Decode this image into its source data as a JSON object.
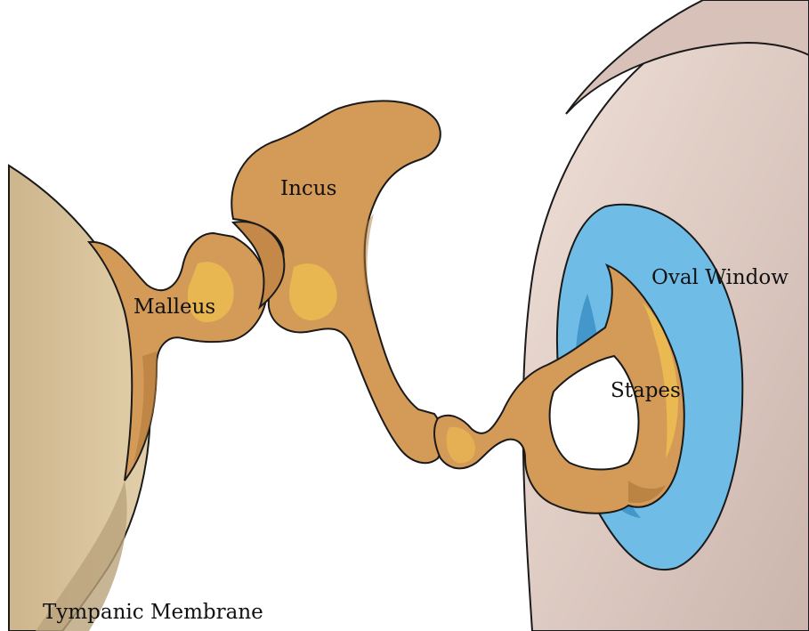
{
  "labels": {
    "malleus": "Malleus",
    "incus": "Incus",
    "stapes": "Stapes",
    "oval_window": "Oval Window",
    "tympanic_membrane": "Tympanic Membrane"
  },
  "colors": {
    "bone": "#d49a58",
    "bone_shadow": "#b07a3a",
    "bone_highlight": "#f0c050",
    "membrane": "#d6c09a",
    "membrane_shadow": "#b9a27c",
    "inner_ear_wall": "#e2cfc6",
    "oval_window": "#6fbde6",
    "oval_window_dark": "#3f92c8",
    "outline": "#1a1a1a"
  }
}
